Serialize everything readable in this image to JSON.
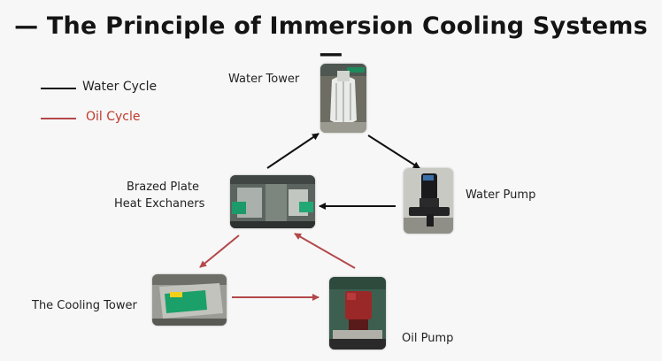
{
  "title": "— The Principle of Immersion Cooling Systems —",
  "legend": {
    "water": {
      "label": "Water Cycle",
      "color": "#111111"
    },
    "oil": {
      "label": "Oil Cycle",
      "color": "#b3484a"
    }
  },
  "nodes": {
    "water_tower": "Water Tower",
    "water_pump": "Water Pump",
    "heat_exchanger_line1": "Brazed Plate",
    "heat_exchanger_line2": "Heat Exchaners",
    "cooling_tower": "The Cooling Tower",
    "oil_pump": "Oil Pump"
  },
  "icons": {
    "water_tower": "water-tower-photo",
    "water_pump": "water-pump-photo",
    "heat_exchanger": "heat-exchanger-photo",
    "cooling_tower": "cooling-tower-photo",
    "oil_pump": "oil-pump-photo"
  }
}
